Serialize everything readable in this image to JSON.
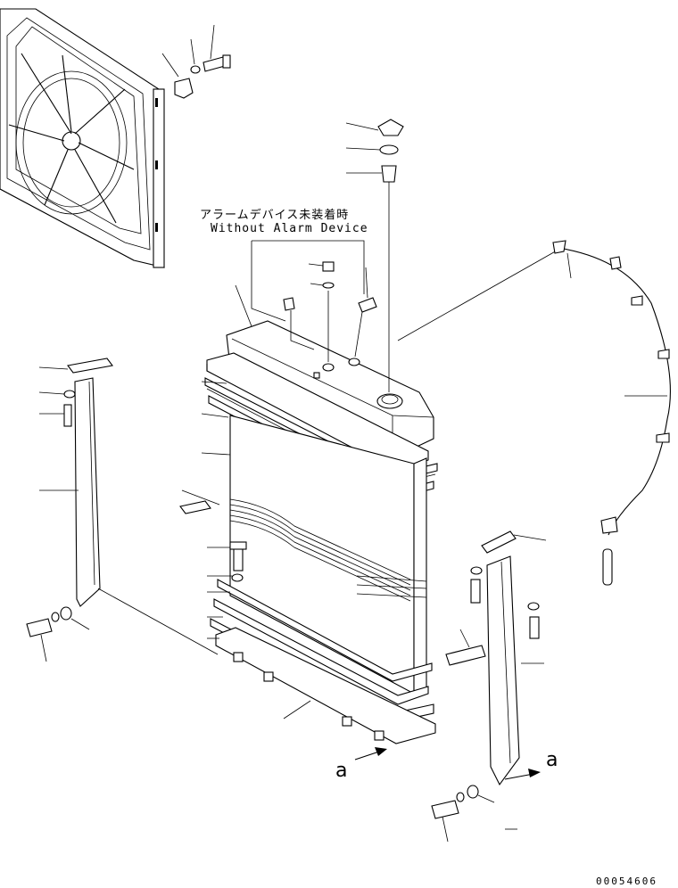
{
  "annotations": {
    "alarm_note_jp": "アラームデバイス未装着時",
    "alarm_note_en": "Without Alarm Device",
    "view_ref_left": "a",
    "view_ref_right": "a"
  },
  "drawing_number": "00054606"
}
